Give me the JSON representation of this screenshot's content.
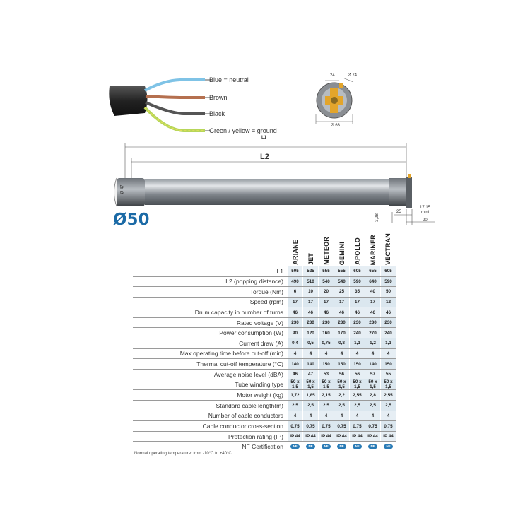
{
  "wires": {
    "blue": "Blue = neutral",
    "brown": "Brown",
    "black": "Black",
    "green": "Green / yellow = ground"
  },
  "head_dims": {
    "d24": "24",
    "d74": "Ø 74",
    "d63": "Ø 63"
  },
  "tube_dims": {
    "l1": "L1",
    "l2": "L2",
    "d47": "Ø 47",
    "d398": "3,98",
    "d25": "25",
    "d1715": "17,15",
    "mini": "mini",
    "d20": "20"
  },
  "diameter_label": "Ø50",
  "models": [
    "ARIANE",
    "JET",
    "METEOR",
    "GEMINI",
    "APOLLO",
    "MARINER",
    "VECTRAN"
  ],
  "rows": [
    {
      "label": "L1",
      "values": [
        "505",
        "525",
        "555",
        "555",
        "605",
        "655",
        "605"
      ]
    },
    {
      "label": "L2 (popping distance)",
      "values": [
        "490",
        "510",
        "540",
        "540",
        "590",
        "640",
        "590"
      ]
    },
    {
      "label": "Torque (Nm)",
      "values": [
        "6",
        "10",
        "20",
        "25",
        "35",
        "40",
        "50"
      ]
    },
    {
      "label": "Speed (rpm)",
      "values": [
        "17",
        "17",
        "17",
        "17",
        "17",
        "17",
        "12"
      ]
    },
    {
      "label": "Drum capacity in number of turns",
      "values": [
        "46",
        "46",
        "46",
        "46",
        "46",
        "46",
        "46"
      ]
    },
    {
      "label": "Rated voltage (V)",
      "values": [
        "230",
        "230",
        "230",
        "230",
        "230",
        "230",
        "230"
      ]
    },
    {
      "label": "Power consumption (W)",
      "values": [
        "90",
        "120",
        "160",
        "170",
        "240",
        "270",
        "240"
      ]
    },
    {
      "label": "Current draw (A)",
      "values": [
        "0,4",
        "0,5",
        "0,75",
        "0,8",
        "1,1",
        "1,2",
        "1,1"
      ]
    },
    {
      "label": "Max operating time before cut-off (min)",
      "values": [
        "4",
        "4",
        "4",
        "4",
        "4",
        "4",
        "4"
      ]
    },
    {
      "label": "Thermal cut-off temperature (°C)",
      "values": [
        "140",
        "140",
        "150",
        "150",
        "150",
        "140",
        "150"
      ]
    },
    {
      "label": "Average noise level (dBA)",
      "values": [
        "46",
        "47",
        "53",
        "56",
        "56",
        "57",
        "55"
      ]
    },
    {
      "label": "Tube winding type",
      "values": [
        "50 x 1,5",
        "50 x 1,5",
        "50 x 1,5",
        "50 x 1,5",
        "50 x 1,5",
        "50 x 1,5",
        "50 x 1,5"
      ]
    },
    {
      "label": "Motor weight (kg)",
      "values": [
        "1,72",
        "1,85",
        "2,15",
        "2,2",
        "2,55",
        "2,8",
        "2,55"
      ]
    },
    {
      "label": "Standard cable length(m)",
      "values": [
        "2,5",
        "2,5",
        "2,5",
        "2,5",
        "2,5",
        "2,5",
        "2,5"
      ]
    },
    {
      "label": "Number of cable conductors",
      "values": [
        "4",
        "4",
        "4",
        "4",
        "4",
        "4",
        "4"
      ]
    },
    {
      "label": "Cable conductor cross-section",
      "values": [
        "0,75",
        "0,75",
        "0,75",
        "0,75",
        "0,75",
        "0,75",
        "0,75"
      ]
    },
    {
      "label": "Protection rating (IP)",
      "values": [
        "IP 44",
        "IP 44",
        "IP 44",
        "IP 44",
        "IP 44",
        "IP 44",
        "IP 44"
      ]
    }
  ],
  "nf_row": {
    "label": "NF Certification",
    "badge": "NF"
  },
  "note": "Normal operating temperature: from -10°C to +40°C",
  "colors": {
    "accent": "#1b6aa6",
    "table_cell": "#dbe7ef"
  }
}
